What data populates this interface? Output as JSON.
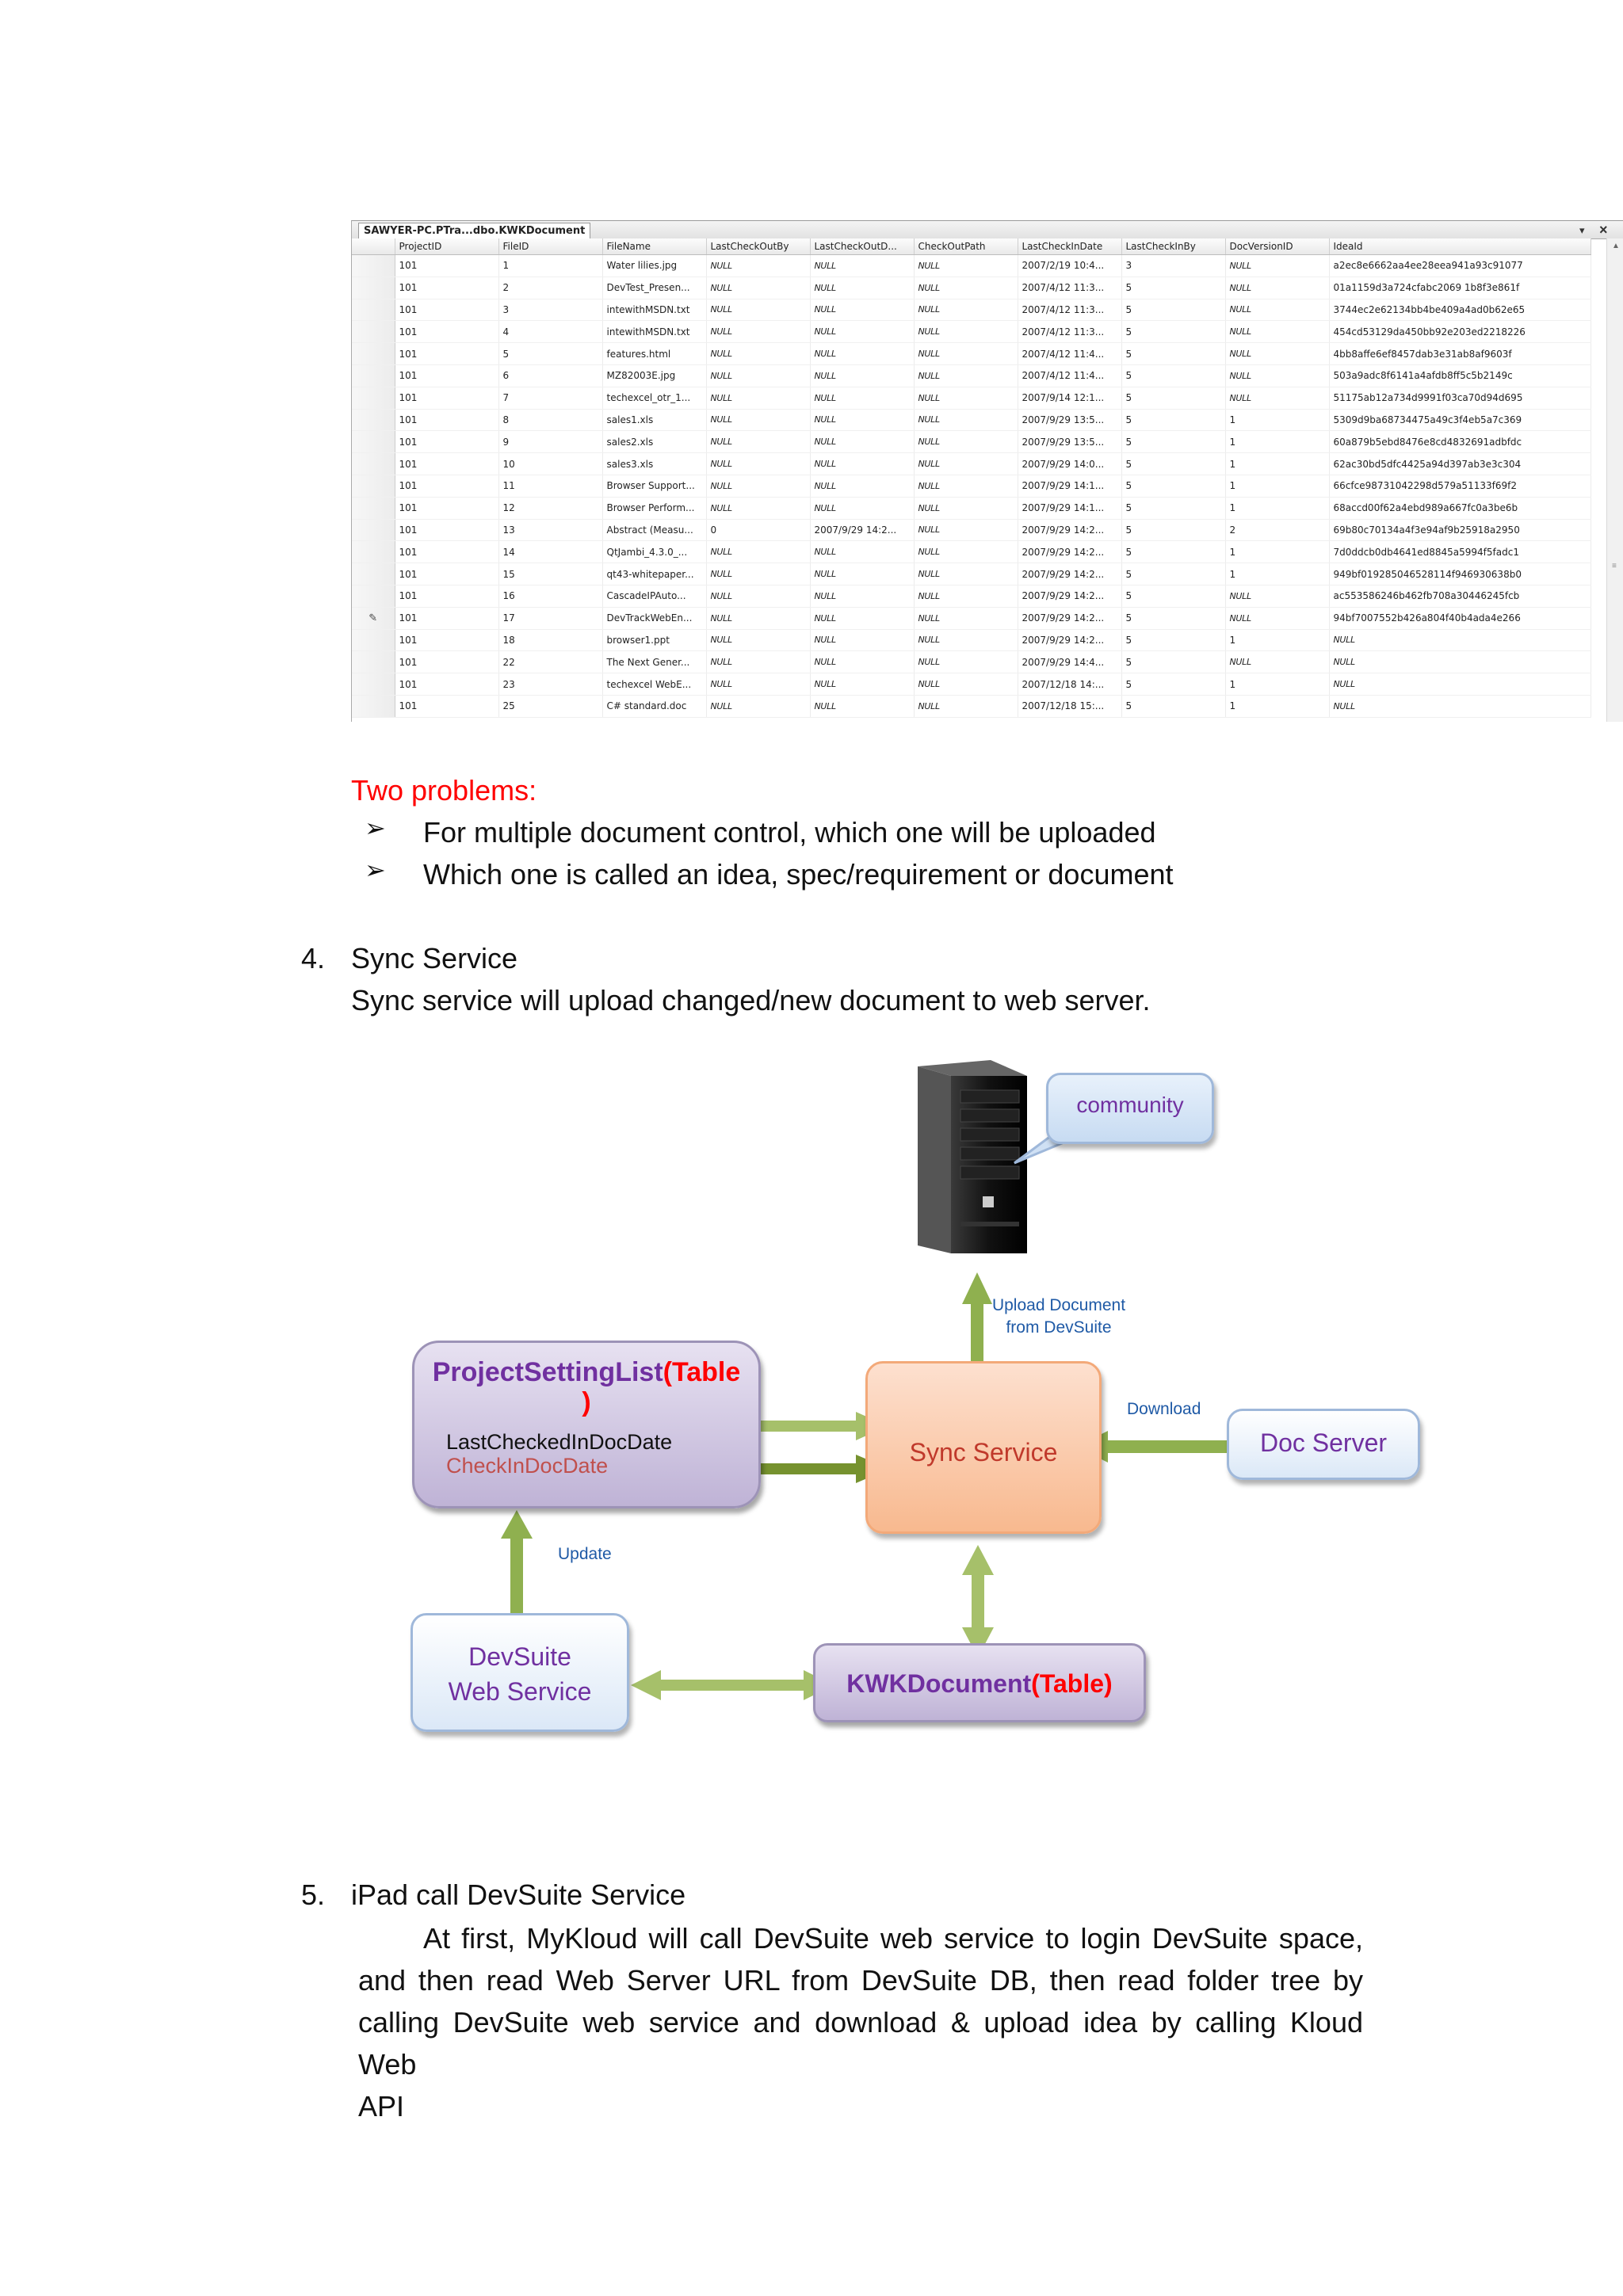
{
  "grid": {
    "tab_title": "SAWYER-PC.PTra...dbo.KWKDocument",
    "columns": [
      "ProjectID",
      "FileID",
      "FileName",
      "LastCheckOutBy",
      "LastCheckOutD...",
      "CheckOutPath",
      "LastCheckInDate",
      "LastCheckInBy",
      "DocVersionID",
      "IdeaId"
    ],
    "rows": [
      [
        "101",
        "1",
        "Water lilies.jpg",
        "NULL",
        "NULL",
        "NULL",
        "2007/2/19 10:4...",
        "3",
        "NULL",
        "a2ec8e6662aa4ee28eea941a93c91077"
      ],
      [
        "101",
        "2",
        "DevTest_Presen...",
        "NULL",
        "NULL",
        "NULL",
        "2007/4/12 11:3...",
        "5",
        "NULL",
        "01a1159d3a724cfabc2069 1b8f3e861f"
      ],
      [
        "101",
        "3",
        "intewithMSDN.txt",
        "NULL",
        "NULL",
        "NULL",
        "2007/4/12 11:3...",
        "5",
        "NULL",
        "3744ec2e62134bb4be409a4ad0b62e65"
      ],
      [
        "101",
        "4",
        "intewithMSDN.txt",
        "NULL",
        "NULL",
        "NULL",
        "2007/4/12 11:3...",
        "5",
        "NULL",
        "454cd53129da450bb92e203ed2218226"
      ],
      [
        "101",
        "5",
        "features.html",
        "NULL",
        "NULL",
        "NULL",
        "2007/4/12 11:4...",
        "5",
        "NULL",
        "4bb8affe6ef8457dab3e31ab8af9603f"
      ],
      [
        "101",
        "6",
        "MZ82003E.jpg",
        "NULL",
        "NULL",
        "NULL",
        "2007/4/12 11:4...",
        "5",
        "NULL",
        "503a9adc8f6141a4afdb8ff5c5b2149c"
      ],
      [
        "101",
        "7",
        "techexcel_otr_1...",
        "NULL",
        "NULL",
        "NULL",
        "2007/9/14 12:1...",
        "5",
        "NULL",
        "51175ab12a734d9991f03ca70d94d695"
      ],
      [
        "101",
        "8",
        "sales1.xls",
        "NULL",
        "NULL",
        "NULL",
        "2007/9/29 13:5...",
        "5",
        "1",
        "5309d9ba68734475a49c3f4eb5a7c369"
      ],
      [
        "101",
        "9",
        "sales2.xls",
        "NULL",
        "NULL",
        "NULL",
        "2007/9/29 13:5...",
        "5",
        "1",
        "60a879b5ebd8476e8cd4832691adbfdc"
      ],
      [
        "101",
        "10",
        "sales3.xls",
        "NULL",
        "NULL",
        "NULL",
        "2007/9/29 14:0...",
        "5",
        "1",
        "62ac30bd5dfc4425a94d397ab3e3c304"
      ],
      [
        "101",
        "11",
        "Browser Support...",
        "NULL",
        "NULL",
        "NULL",
        "2007/9/29 14:1...",
        "5",
        "1",
        "66cfce98731042298d579a51133f69f2"
      ],
      [
        "101",
        "12",
        "Browser Perform...",
        "NULL",
        "NULL",
        "NULL",
        "2007/9/29 14:1...",
        "5",
        "1",
        "68accd00f62a4ebd989a667fc0a3be6b"
      ],
      [
        "101",
        "13",
        "Abstract (Measu...",
        "0",
        "2007/9/29 14:2...",
        "NULL",
        "2007/9/29 14:2...",
        "5",
        "2",
        "69b80c70134a4f3e94af9b25918a2950"
      ],
      [
        "101",
        "14",
        "QtJambi_4.3.0_...",
        "NULL",
        "NULL",
        "NULL",
        "2007/9/29 14:2...",
        "5",
        "1",
        "7d0ddcb0db4641ed8845a5994f5fadc1"
      ],
      [
        "101",
        "15",
        "qt43-whitepaper...",
        "NULL",
        "NULL",
        "NULL",
        "2007/9/29 14:2...",
        "5",
        "1",
        "949bf019285046528114f946930638b0"
      ],
      [
        "101",
        "16",
        "CascadeIPAuto...",
        "NULL",
        "NULL",
        "NULL",
        "2007/9/29 14:2...",
        "5",
        "NULL",
        "ac553586246b462fb708a30446245fcb"
      ],
      [
        "101",
        "17",
        "DevTrackWebEn...",
        "NULL",
        "NULL",
        "NULL",
        "2007/9/29 14:2...",
        "5",
        "NULL",
        "94bf7007552b426a804f40b4ada4e266"
      ],
      [
        "101",
        "18",
        "browser1.ppt",
        "NULL",
        "NULL",
        "NULL",
        "2007/9/29 14:2...",
        "5",
        "1",
        "NULL"
      ],
      [
        "101",
        "22",
        "The Next Gener...",
        "NULL",
        "NULL",
        "NULL",
        "2007/9/29 14:4...",
        "5",
        "NULL",
        "NULL"
      ],
      [
        "101",
        "23",
        "techexcel WebE...",
        "NULL",
        "NULL",
        "NULL",
        "2007/12/18 14:...",
        "5",
        "1",
        "NULL"
      ],
      [
        "101",
        "25",
        "C# standard.doc",
        "NULL",
        "NULL",
        "NULL",
        "2007/12/18 15:...",
        "5",
        "1",
        "NULL"
      ]
    ],
    "edit_row_index": 16,
    "edit_marker": "✎"
  },
  "problems": {
    "heading": "Two problems:",
    "bullet_glyph": "➢",
    "items": [
      "For multiple document control, which one will be uploaded",
      "Which one is called an idea, spec/requirement or document"
    ]
  },
  "section4": {
    "number": "4.",
    "title": "Sync Service",
    "text": "Sync service will upload changed/new document to web server."
  },
  "diagram": {
    "community": "community",
    "upload_label_1": "Upload Document",
    "upload_label_2": "from DevSuite",
    "project_table": {
      "name": "ProjectSettingList",
      "suffix_1": "(Table",
      "suffix_2": ")",
      "field_1": "LastCheckedInDocDate",
      "field_2": "CheckInDocDate"
    },
    "sync_service": "Sync Service",
    "download_label": "Download",
    "doc_server": "Doc Server",
    "update_label": "Update",
    "devsuite_1": "DevSuite",
    "devsuite_2": "Web Service",
    "kwk_table": {
      "name": "KWKDocument",
      "suffix": "(Table)"
    },
    "colors": {
      "purple_text": "#7030a0",
      "red_text": "#ff0000",
      "blue_text": "#1f5aa6",
      "arrow_green": "#8fb04f"
    }
  },
  "section5": {
    "number": "5.",
    "title": "iPad call DevSuite Service",
    "lines": [
      "At first, MyKloud will call DevSuite web service to login DevSuite space,",
      "and then read Web Server URL from DevSuite DB, then read folder tree by",
      "calling DevSuite web service and download & upload idea by calling Kloud Web",
      "API"
    ]
  }
}
